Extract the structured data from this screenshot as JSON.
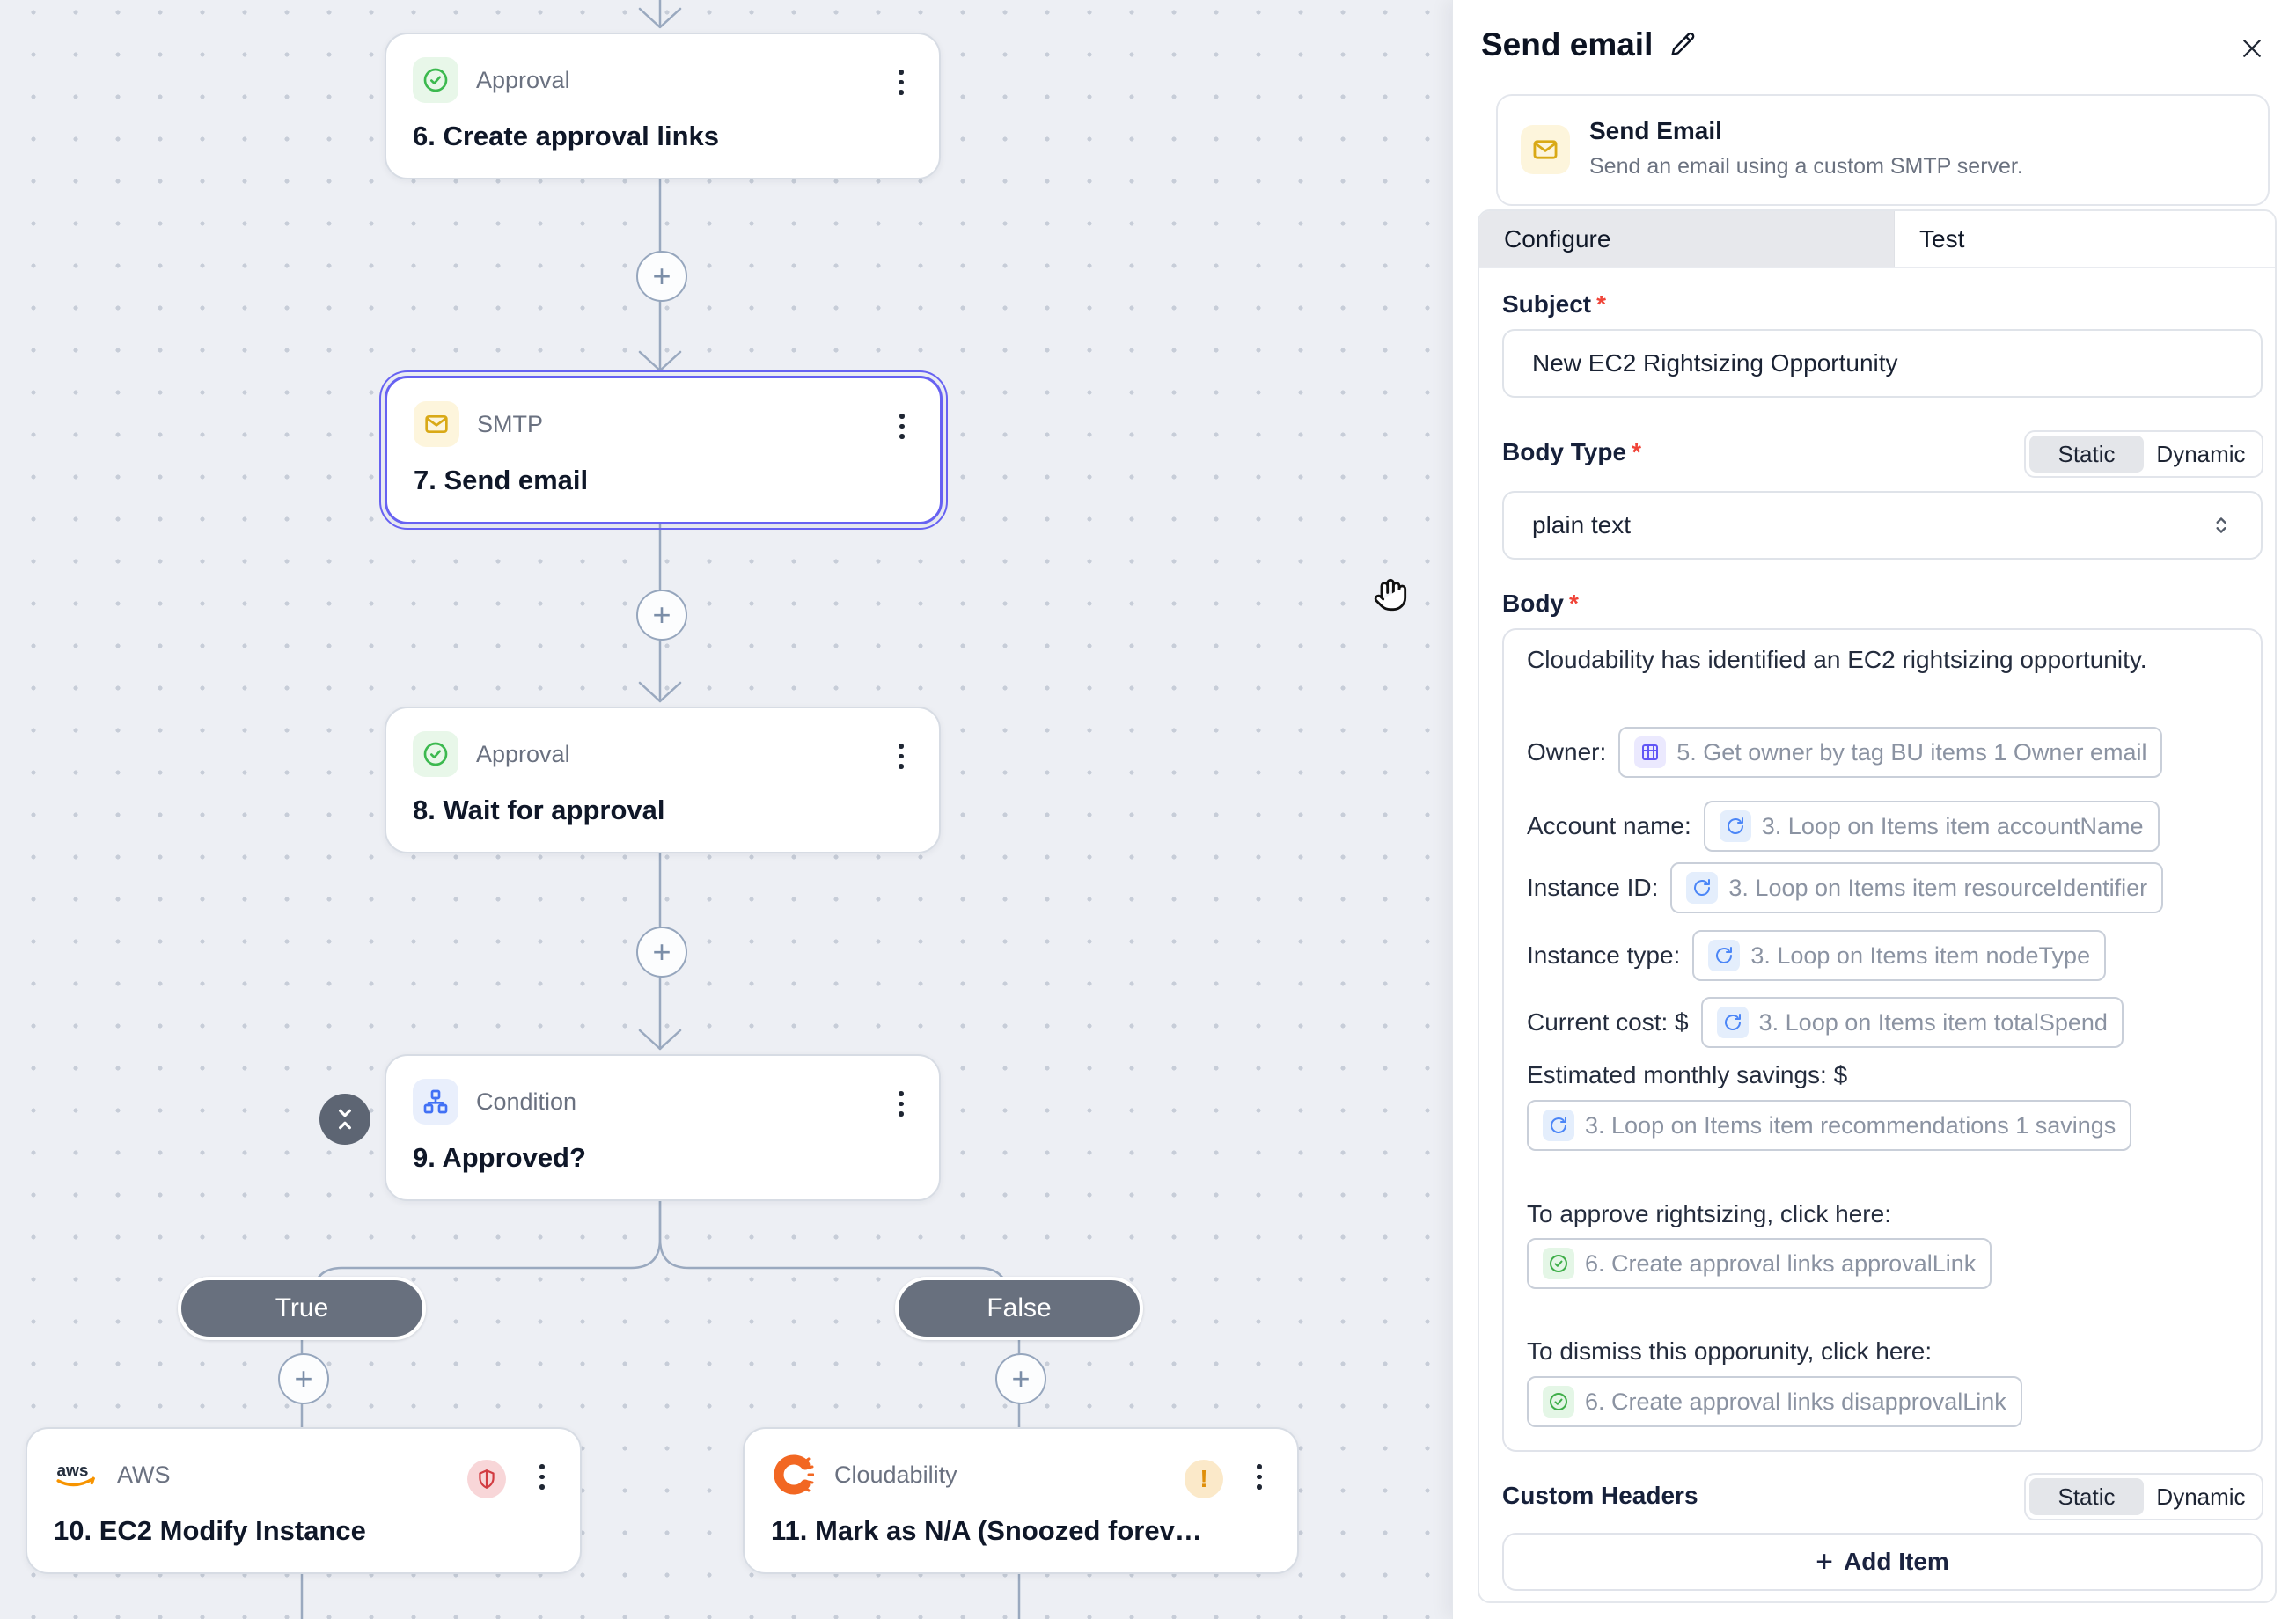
{
  "canvas": {
    "plus_label": "+",
    "branches": {
      "true_label": "True",
      "false_label": "False"
    },
    "nodes": {
      "n6": {
        "type": "Approval",
        "title": "6. Create approval links"
      },
      "n7": {
        "type": "SMTP",
        "title": "7. Send email"
      },
      "n8": {
        "type": "Approval",
        "title": "8. Wait for approval"
      },
      "n9": {
        "type": "Condition",
        "title": "9. Approved?"
      },
      "n10": {
        "type": "AWS",
        "title": "10. EC2 Modify Instance"
      },
      "n11": {
        "type": "Cloudability",
        "title": "11. Mark as N/A (Snoozed forev…"
      }
    }
  },
  "panel": {
    "title": "Send email",
    "app_card": {
      "name": "Send Email",
      "description": "Send an email using a custom SMTP server."
    },
    "tabs": {
      "configure": "Configure",
      "test": "Test"
    },
    "subject": {
      "label": "Subject",
      "required_mark": "*",
      "value": "New EC2 Rightsizing Opportunity"
    },
    "body_type": {
      "label": "Body Type",
      "required_mark": "*",
      "static_label": "Static",
      "dynamic_label": "Dynamic",
      "format": "plain text"
    },
    "body": {
      "label": "Body",
      "required_mark": "*",
      "intro": "Cloudability has identified an EC2 rightsizing opportunity.",
      "fields": [
        {
          "label": "Owner:",
          "chip": "5. Get owner by tag BU items 1 Owner email"
        },
        {
          "label": "Account name:",
          "chip": "3. Loop on Items item accountName"
        },
        {
          "label": "Instance ID:",
          "chip": "3. Loop on Items item resourceIdentifier"
        },
        {
          "label": "Instance type:",
          "chip": "3. Loop on Items item nodeType"
        },
        {
          "label": "Current cost: $",
          "chip": "3. Loop on Items item totalSpend"
        }
      ],
      "savings_label": "Estimated monthly savings: $",
      "savings_chip": "3. Loop on Items item recommendations 1 savings",
      "approve_label": "To approve rightsizing, click here:",
      "approve_chip": "6. Create approval links approvalLink",
      "dismiss_label": "To dismiss this opporunity, click here:",
      "dismiss_chip": "6. Create approval links disapprovalLink"
    },
    "custom_headers": {
      "label": "Custom Headers",
      "static_label": "Static",
      "dynamic_label": "Dynamic"
    },
    "add_item_label": "Add Item"
  },
  "colors": {
    "accent_selected_node": "#6762f2",
    "canvas_background": "#edeff4",
    "edge": "#9aa9bf",
    "branch_pill": "#68707e",
    "approval_green": "#3cb94f",
    "smtp_yellow": "#d9a916",
    "condition_blue": "#4271f5",
    "aws_orange": "#f79400",
    "cloudability_orange": "#f26722",
    "error_red": "#f04438"
  }
}
